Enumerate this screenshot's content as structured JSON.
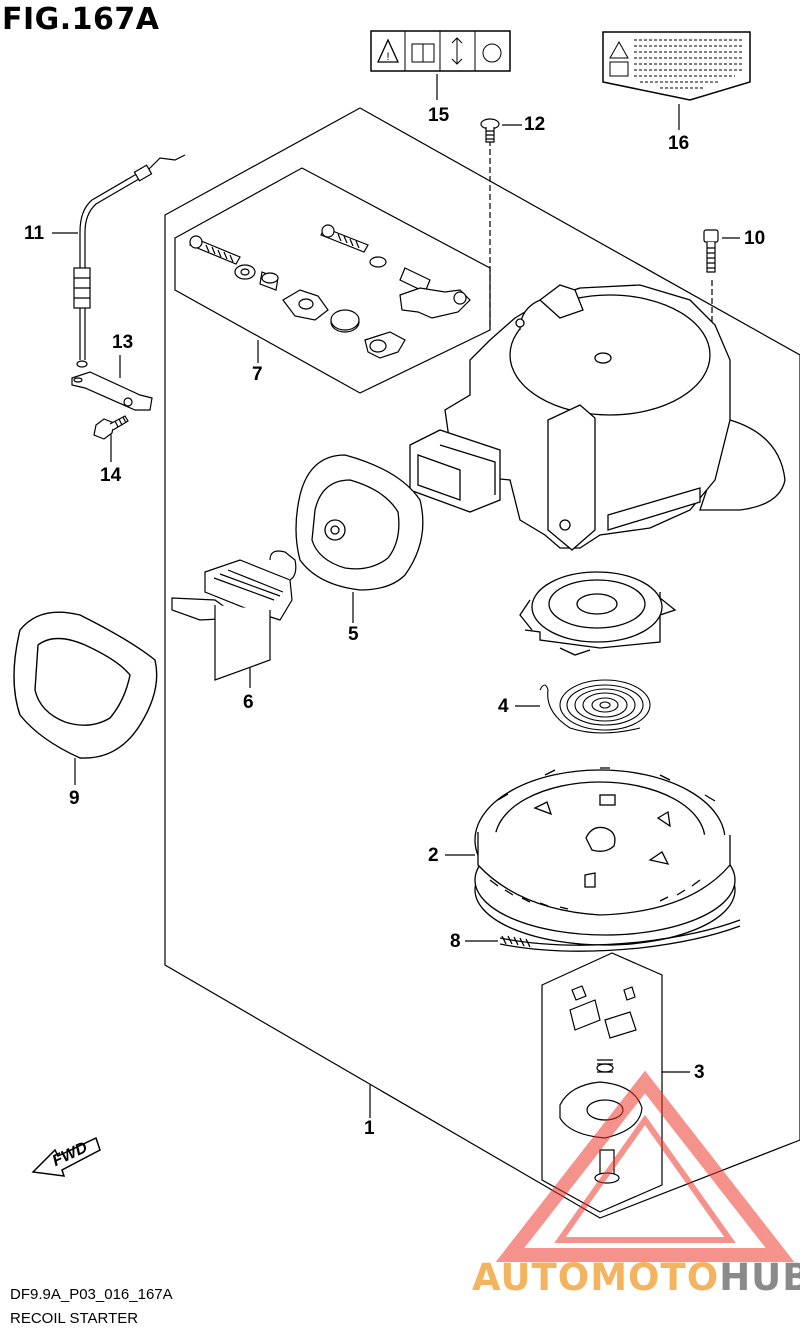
{
  "figure": {
    "title": "FIG.167A",
    "code": "DF9.9A_P03_016_167A",
    "subtitle": "RECOIL STARTER"
  },
  "callouts": [
    "1",
    "2",
    "3",
    "4",
    "5",
    "6",
    "7",
    "8",
    "9",
    "10",
    "11",
    "12",
    "13",
    "14",
    "15",
    "16"
  ],
  "fwd_label": "FWD",
  "watermark": {
    "part1": "AUTOMOTO",
    "part2": "HUB",
    "color1": "#f4b45f",
    "color2": "#8a8a8a",
    "triangle_color": "#ee3a2f"
  }
}
